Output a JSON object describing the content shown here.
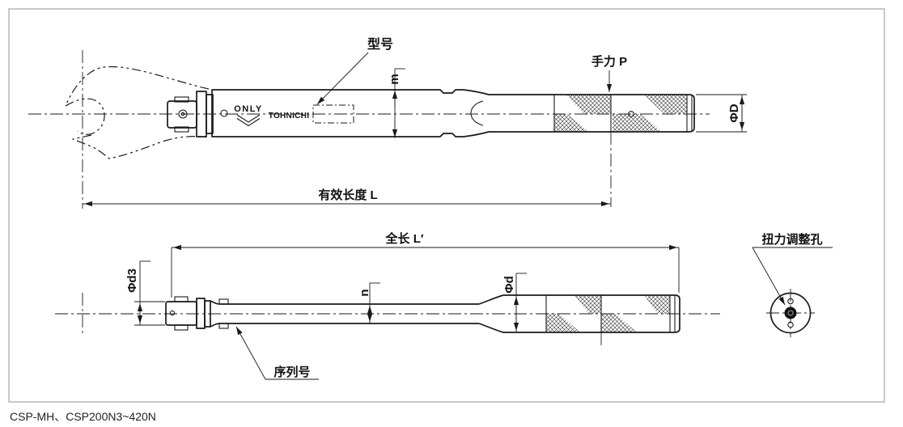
{
  "frame": {
    "border_color": "#b5b5b5",
    "background": "#ffffff",
    "line_color": "#1a1a1a"
  },
  "caption": "CSP-MH、CSP200N3~420N",
  "top_view": {
    "marking_only": "ONLY",
    "brand": "TOHNICHI",
    "label_model": "型号",
    "label_hand_force": "手力 P",
    "label_effective_length": "有效长度 L",
    "dim_m": "m",
    "dim_phi_D": "ΦD"
  },
  "bottom_view": {
    "label_overall_length": "全长 L′",
    "label_serial": "序列号",
    "label_torque_hole": "扭力调整孔",
    "dim_phi_d3": "Φd3",
    "dim_n": "n",
    "dim_phi_d": "Φd"
  }
}
